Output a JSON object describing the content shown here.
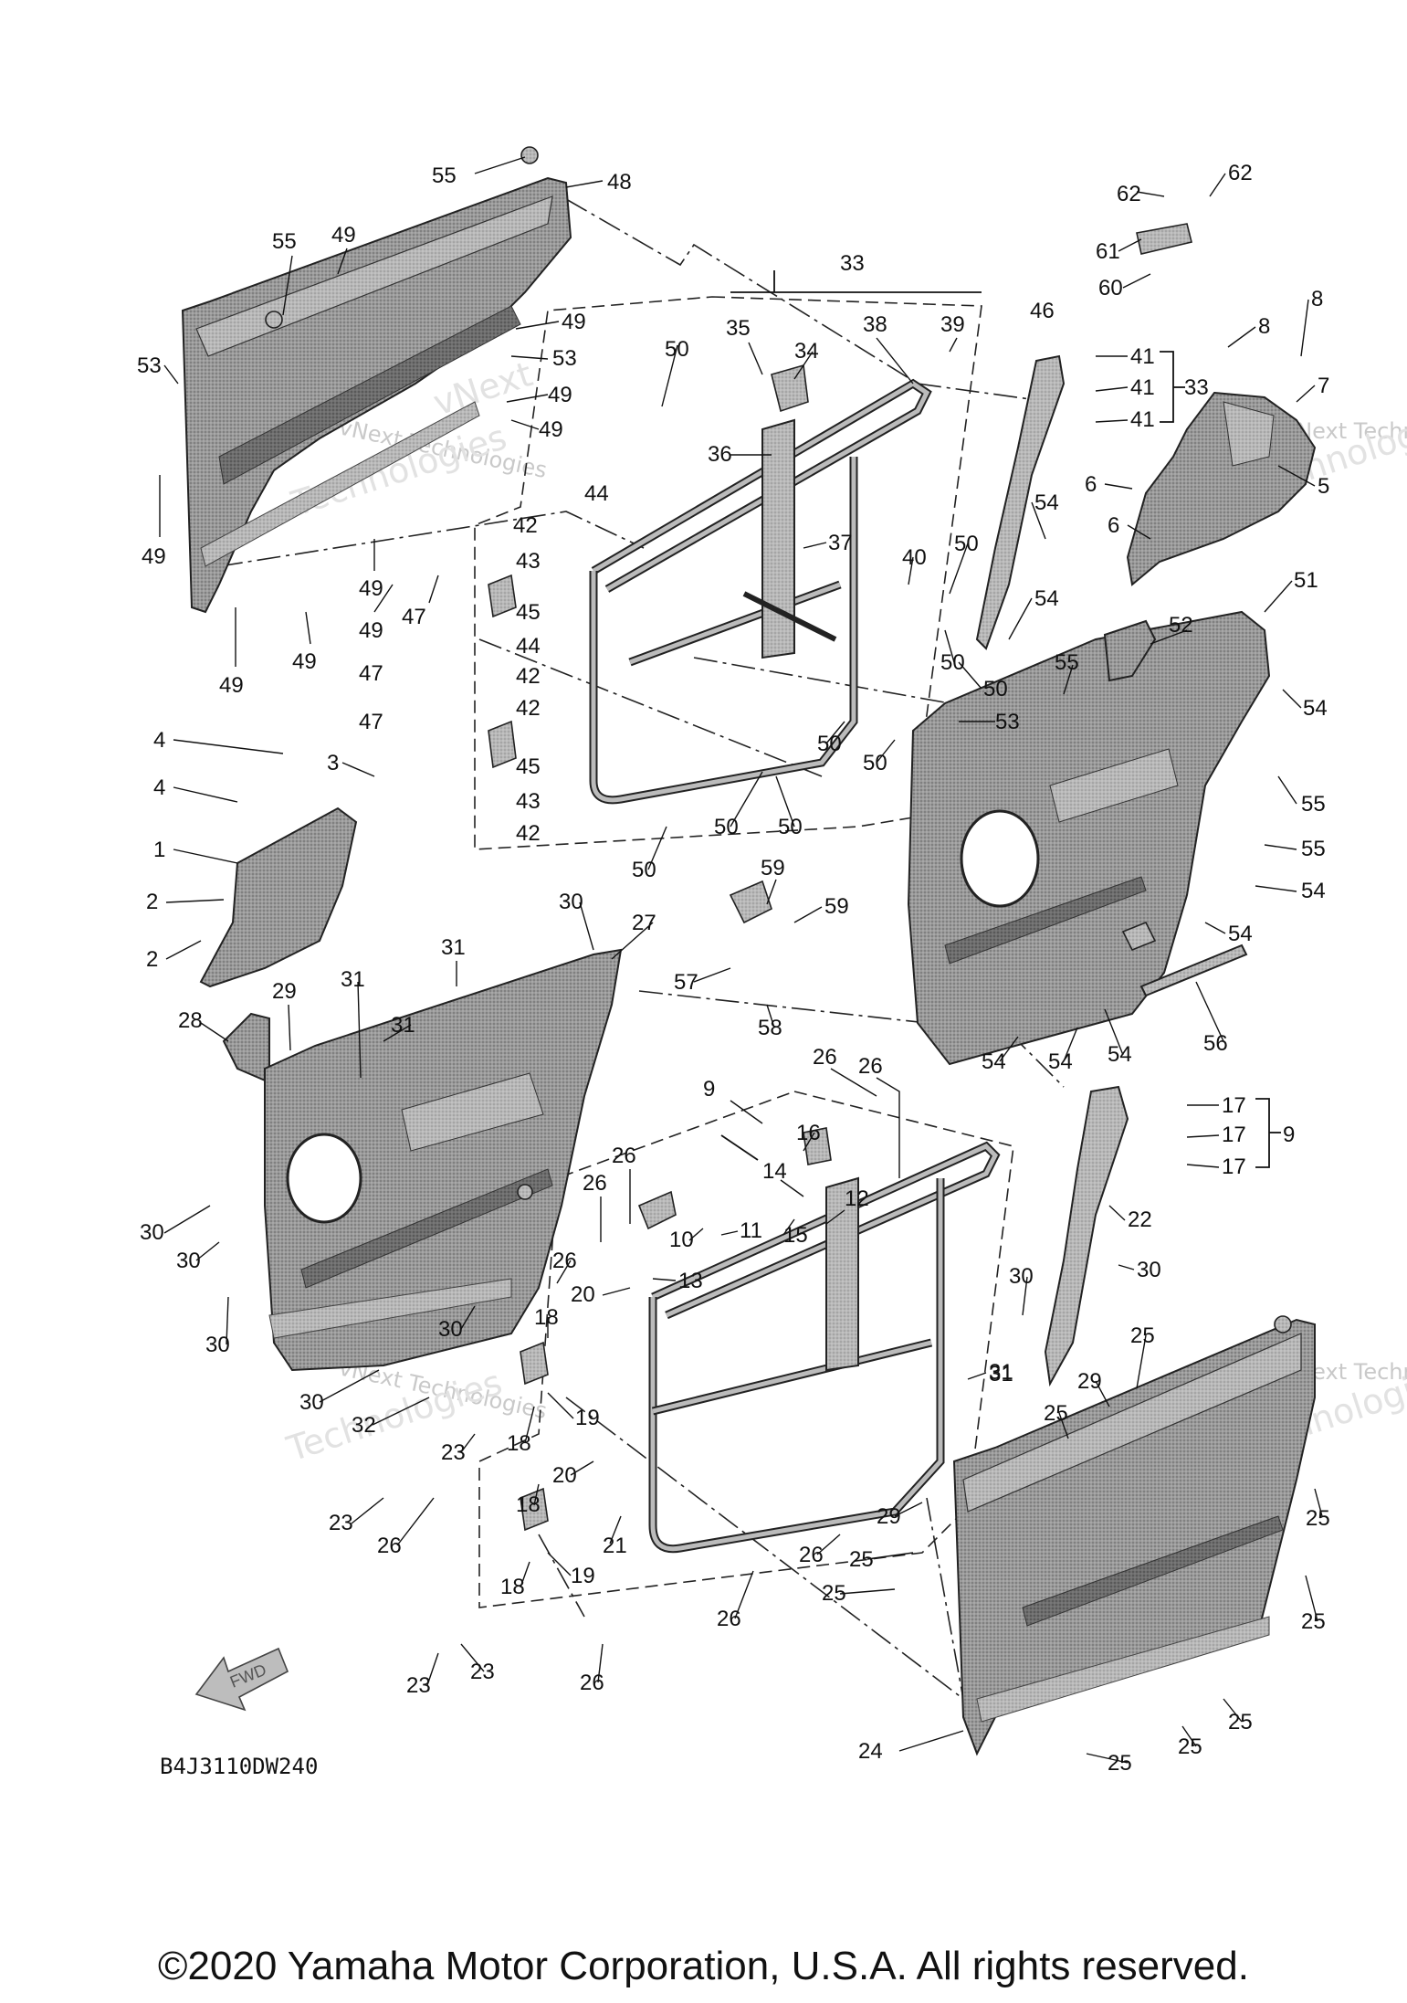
{
  "diagram_code": "B4J3110DW240",
  "fwd_label": "FWD",
  "copyright": "©2020 Yamaha Motor Corporation, U.S.A. All rights reserved.",
  "watermarks": [
    "vNext Technologies",
    "vNext",
    "Technologies"
  ],
  "callouts": [
    {
      "id": "c55a",
      "text": "55"
    },
    {
      "id": "c48",
      "text": "48"
    },
    {
      "id": "c55b",
      "text": "55"
    },
    {
      "id": "c49a",
      "text": "49"
    },
    {
      "id": "c49b",
      "text": "49"
    },
    {
      "id": "c53a",
      "text": "53"
    },
    {
      "id": "c53b",
      "text": "53"
    },
    {
      "id": "c49c",
      "text": "49"
    },
    {
      "id": "c49d",
      "text": "49"
    },
    {
      "id": "c49e",
      "text": "49"
    },
    {
      "id": "c49f",
      "text": "49"
    },
    {
      "id": "c49g",
      "text": "49"
    },
    {
      "id": "c49h",
      "text": "49"
    },
    {
      "id": "c49i",
      "text": "49"
    },
    {
      "id": "c47a",
      "text": "47"
    },
    {
      "id": "c33a",
      "text": "33"
    },
    {
      "id": "c35",
      "text": "35"
    },
    {
      "id": "c34",
      "text": "34"
    },
    {
      "id": "c38",
      "text": "38"
    },
    {
      "id": "c39",
      "text": "39"
    },
    {
      "id": "c50a",
      "text": "50"
    },
    {
      "id": "c36",
      "text": "36"
    },
    {
      "id": "c44a",
      "text": "44"
    },
    {
      "id": "c42a",
      "text": "42"
    },
    {
      "id": "c43a",
      "text": "43"
    },
    {
      "id": "c45a",
      "text": "45"
    },
    {
      "id": "c44b",
      "text": "44"
    },
    {
      "id": "c42b",
      "text": "42"
    },
    {
      "id": "c42c",
      "text": "42"
    },
    {
      "id": "c47b",
      "text": "47"
    },
    {
      "id": "c47c",
      "text": "47"
    },
    {
      "id": "c45b",
      "text": "45"
    },
    {
      "id": "c43b",
      "text": "43"
    },
    {
      "id": "c42d",
      "text": "42"
    },
    {
      "id": "c37",
      "text": "37"
    },
    {
      "id": "c40",
      "text": "40"
    },
    {
      "id": "c50b",
      "text": "50"
    },
    {
      "id": "c50c",
      "text": "50"
    },
    {
      "id": "c50d",
      "text": "50"
    },
    {
      "id": "c50e",
      "text": "50"
    },
    {
      "id": "c50f",
      "text": "50"
    },
    {
      "id": "c50g",
      "text": "50"
    },
    {
      "id": "c50h",
      "text": "50"
    },
    {
      "id": "c50i",
      "text": "50"
    },
    {
      "id": "c46",
      "text": "46"
    },
    {
      "id": "c41a",
      "text": "41"
    },
    {
      "id": "c41b",
      "text": "41"
    },
    {
      "id": "c41c",
      "text": "41"
    },
    {
      "id": "c33b",
      "text": "33"
    },
    {
      "id": "c54a",
      "text": "54"
    },
    {
      "id": "c54b",
      "text": "54"
    },
    {
      "id": "c62a",
      "text": "62"
    },
    {
      "id": "c62b",
      "text": "62"
    },
    {
      "id": "c61",
      "text": "61"
    },
    {
      "id": "c60",
      "text": "60"
    },
    {
      "id": "c8a",
      "text": "8"
    },
    {
      "id": "c8b",
      "text": "8"
    },
    {
      "id": "c7",
      "text": "7"
    },
    {
      "id": "c5",
      "text": "5"
    },
    {
      "id": "c6a",
      "text": "6"
    },
    {
      "id": "c6b",
      "text": "6"
    },
    {
      "id": "c51",
      "text": "51"
    },
    {
      "id": "c52",
      "text": "52"
    },
    {
      "id": "c54c",
      "text": "54"
    },
    {
      "id": "c55c",
      "text": "55"
    },
    {
      "id": "c53c",
      "text": "53"
    },
    {
      "id": "c55d",
      "text": "55"
    },
    {
      "id": "c55e",
      "text": "55"
    },
    {
      "id": "c54d",
      "text": "54"
    },
    {
      "id": "c54e",
      "text": "54"
    },
    {
      "id": "c54f",
      "text": "54"
    },
    {
      "id": "c54g",
      "text": "54"
    },
    {
      "id": "c54h",
      "text": "54"
    },
    {
      "id": "c56",
      "text": "56"
    },
    {
      "id": "c4a",
      "text": "4"
    },
    {
      "id": "c4b",
      "text": "4"
    },
    {
      "id": "c3",
      "text": "3"
    },
    {
      "id": "c1",
      "text": "1"
    },
    {
      "id": "c2a",
      "text": "2"
    },
    {
      "id": "c2b",
      "text": "2"
    },
    {
      "id": "c30a",
      "text": "30"
    },
    {
      "id": "c27",
      "text": "27"
    },
    {
      "id": "c31a",
      "text": "31"
    },
    {
      "id": "c31b",
      "text": "31"
    },
    {
      "id": "c31c",
      "text": "31"
    },
    {
      "id": "c29a",
      "text": "29"
    },
    {
      "id": "c28",
      "text": "28"
    },
    {
      "id": "c59a",
      "text": "59"
    },
    {
      "id": "c59b",
      "text": "59"
    },
    {
      "id": "c57",
      "text": "57"
    },
    {
      "id": "c58",
      "text": "58"
    },
    {
      "id": "c26a",
      "text": "26"
    },
    {
      "id": "c26b",
      "text": "26"
    },
    {
      "id": "c9a",
      "text": "9"
    },
    {
      "id": "c16",
      "text": "16"
    },
    {
      "id": "c17a",
      "text": "17"
    },
    {
      "id": "c17b",
      "text": "17"
    },
    {
      "id": "c17c",
      "text": "17"
    },
    {
      "id": "c9b",
      "text": "9"
    },
    {
      "id": "c14",
      "text": "14"
    },
    {
      "id": "c12",
      "text": "12"
    },
    {
      "id": "c10",
      "text": "10"
    },
    {
      "id": "c11",
      "text": "11"
    },
    {
      "id": "c15",
      "text": "15"
    },
    {
      "id": "c26c",
      "text": "26"
    },
    {
      "id": "c26d",
      "text": "26"
    },
    {
      "id": "c22",
      "text": "22"
    },
    {
      "id": "c30b",
      "text": "30"
    },
    {
      "id": "c30c",
      "text": "30"
    },
    {
      "id": "c30d",
      "text": "30"
    },
    {
      "id": "c30e",
      "text": "30"
    },
    {
      "id": "c26e",
      "text": "26"
    },
    {
      "id": "c13",
      "text": "13"
    },
    {
      "id": "c20a",
      "text": "20"
    },
    {
      "id": "c30f",
      "text": "30"
    },
    {
      "id": "c18a",
      "text": "18"
    },
    {
      "id": "c30g",
      "text": "30"
    },
    {
      "id": "c30h",
      "text": "30"
    },
    {
      "id": "c31d",
      "text": "31"
    },
    {
      "id": "c19a",
      "text": "19"
    },
    {
      "id": "c18b",
      "text": "18"
    },
    {
      "id": "c32",
      "text": "32"
    },
    {
      "id": "c23a",
      "text": "23"
    },
    {
      "id": "c20b",
      "text": "20"
    },
    {
      "id": "c23b",
      "text": "23"
    },
    {
      "id": "c26f",
      "text": "26"
    },
    {
      "id": "c18c",
      "text": "18"
    },
    {
      "id": "c19b",
      "text": "19"
    },
    {
      "id": "c18d",
      "text": "18"
    },
    {
      "id": "c21",
      "text": "21"
    },
    {
      "id": "c31e",
      "text": "31"
    },
    {
      "id": "c29b",
      "text": "29"
    },
    {
      "id": "c25a",
      "text": "25"
    },
    {
      "id": "c25b",
      "text": "25"
    },
    {
      "id": "c29c",
      "text": "29"
    },
    {
      "id": "c26g",
      "text": "26"
    },
    {
      "id": "c25c",
      "text": "25"
    },
    {
      "id": "c25d",
      "text": "25"
    },
    {
      "id": "c26h",
      "text": "26"
    },
    {
      "id": "c25e",
      "text": "25"
    },
    {
      "id": "c25f",
      "text": "25"
    },
    {
      "id": "c23c",
      "text": "23"
    },
    {
      "id": "c23d",
      "text": "23"
    },
    {
      "id": "c26i",
      "text": "26"
    },
    {
      "id": "c24",
      "text": "24"
    },
    {
      "id": "c25g",
      "text": "25"
    },
    {
      "id": "c25h",
      "text": "25"
    },
    {
      "id": "c25i",
      "text": "25"
    }
  ]
}
